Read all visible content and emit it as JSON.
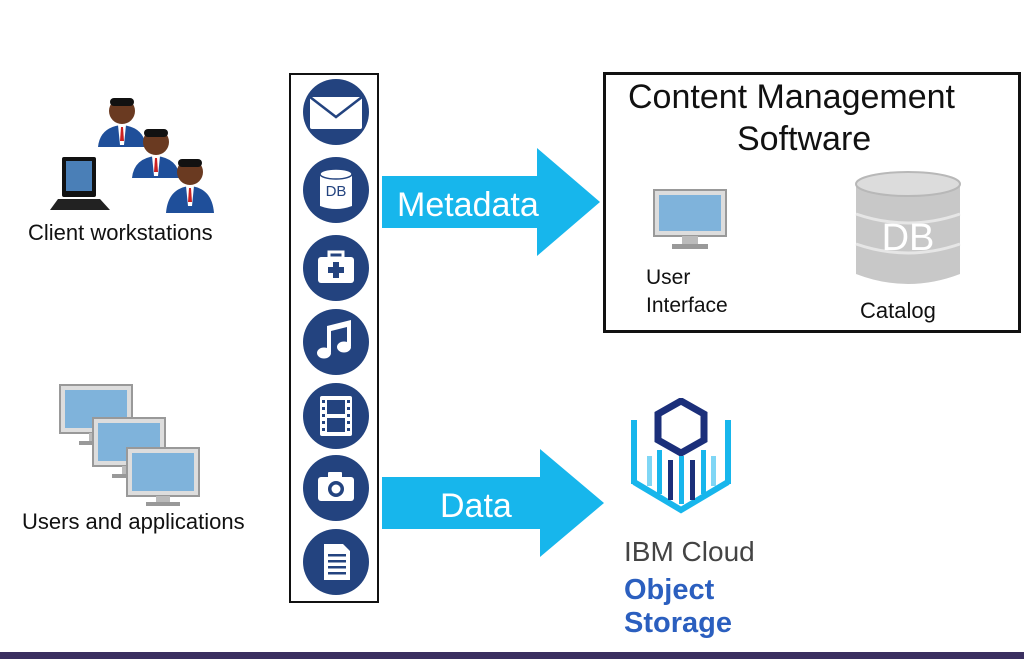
{
  "left": {
    "client_label": "Client workstations",
    "users_label": "Users and applications"
  },
  "icons": [
    "mail-icon",
    "database-icon",
    "medical-kit-icon",
    "music-note-icon",
    "film-strip-icon",
    "camera-icon",
    "document-icon"
  ],
  "icon_db_text": "DB",
  "arrows": {
    "metadata": "Metadata",
    "data": "Data"
  },
  "cms": {
    "title_line1": "Content Management",
    "title_line2": "Software",
    "ui_line1": "User",
    "ui_line2": "Interface",
    "db_text": "DB",
    "catalog": "Catalog"
  },
  "ibm": {
    "brand": "IBM Cloud",
    "product_line1": "Object",
    "product_line2": "Storage"
  },
  "colors": {
    "arrow": "#17b6ec",
    "icon_fill": "#23437f",
    "ibm_blue": "#2b5fbf",
    "ibm_dark": "#1b2f7a"
  }
}
